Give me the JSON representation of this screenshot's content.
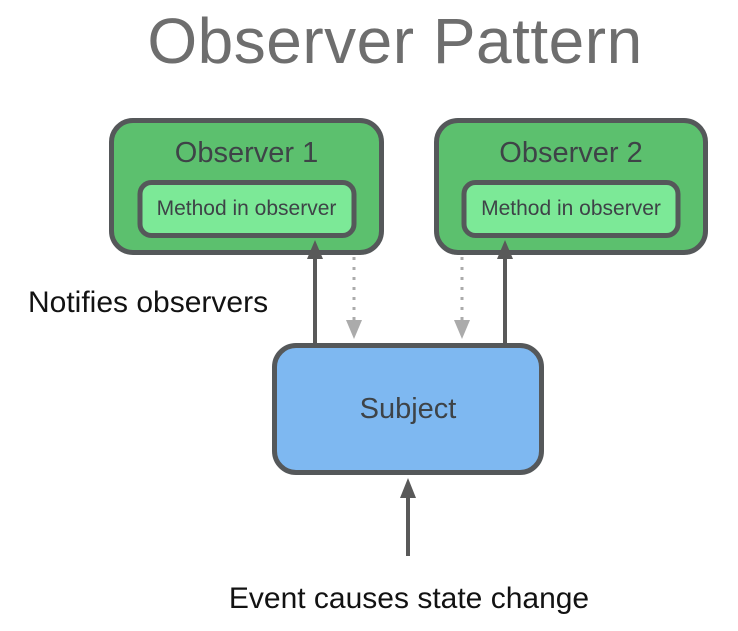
{
  "title": "Observer Pattern",
  "colors": {
    "box_green": "#5CC06E",
    "box_light_green": "#7CE997",
    "box_blue": "#7EB8F1",
    "border": "#55585A",
    "box_text": "#3E4347",
    "title_text": "#6E6E6E",
    "label_text": "#121212",
    "arrow_solid": "#595959",
    "arrow_dotted": "#ABABAB"
  },
  "observers": [
    {
      "label": "Observer 1",
      "method_label": "Method in observer"
    },
    {
      "label": "Observer 2",
      "method_label": "Method in observer"
    }
  ],
  "subject": {
    "label": "Subject"
  },
  "annotations": {
    "notify": "Notifies observers",
    "event": "Event causes state change"
  }
}
